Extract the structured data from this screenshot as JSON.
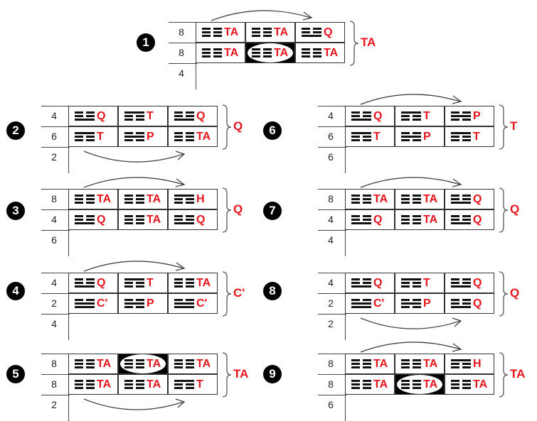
{
  "glyph_patterns": {
    "TA": "000",
    "Q": "001",
    "T": "100",
    "P": "010",
    "H": "100",
    "C'": "011"
  },
  "panels": [
    {
      "number": "1",
      "rows": [
        {
          "value": "8",
          "cells": [
            "TA",
            "TA",
            "Q"
          ]
        },
        {
          "value": "8",
          "cells": [
            "TA",
            "TA",
            "TA"
          ]
        }
      ],
      "third_value": "4",
      "result": "TA",
      "arrow": "top",
      "highlight": [
        1,
        1
      ]
    },
    {
      "number": "2",
      "rows": [
        {
          "value": "4",
          "cells": [
            "Q",
            "T",
            "Q"
          ]
        },
        {
          "value": "6",
          "cells": [
            "T",
            "P",
            "TA"
          ]
        }
      ],
      "third_value": "2",
      "result": "Q",
      "arrow": "bottom",
      "highlight": null
    },
    {
      "number": "3",
      "rows": [
        {
          "value": "8",
          "cells": [
            "TA",
            "TA",
            "H"
          ]
        },
        {
          "value": "4",
          "cells": [
            "Q",
            "TA",
            "Q"
          ]
        }
      ],
      "third_value": "6",
      "result": "Q",
      "arrow": "top",
      "highlight": null
    },
    {
      "number": "4",
      "rows": [
        {
          "value": "4",
          "cells": [
            "Q",
            "T",
            "TA"
          ]
        },
        {
          "value": "2",
          "cells": [
            "C'",
            "P",
            "C'"
          ]
        }
      ],
      "third_value": "4",
      "result": "C'",
      "arrow": "top",
      "highlight": null
    },
    {
      "number": "5",
      "rows": [
        {
          "value": "8",
          "cells": [
            "TA",
            "TA",
            "TA"
          ]
        },
        {
          "value": "8",
          "cells": [
            "TA",
            "TA",
            "T"
          ]
        }
      ],
      "third_value": "2",
      "result": "TA",
      "arrow": "bottom",
      "highlight": [
        0,
        1
      ]
    },
    {
      "number": "6",
      "rows": [
        {
          "value": "4",
          "cells": [
            "Q",
            "T",
            "P"
          ]
        },
        {
          "value": "6",
          "cells": [
            "T",
            "P",
            "T"
          ]
        }
      ],
      "third_value": "6",
      "result": "T",
      "arrow": "top",
      "highlight": null
    },
    {
      "number": "7",
      "rows": [
        {
          "value": "8",
          "cells": [
            "TA",
            "TA",
            "Q"
          ]
        },
        {
          "value": "4",
          "cells": [
            "Q",
            "TA",
            "Q"
          ]
        }
      ],
      "third_value": "4",
      "result": "Q",
      "arrow": "top",
      "highlight": null
    },
    {
      "number": "8",
      "rows": [
        {
          "value": "4",
          "cells": [
            "Q",
            "T",
            "Q"
          ]
        },
        {
          "value": "2",
          "cells": [
            "C'",
            "P",
            "Q"
          ]
        }
      ],
      "third_value": "2",
      "result": "Q",
      "arrow": "bottom",
      "highlight": null
    },
    {
      "number": "9",
      "rows": [
        {
          "value": "8",
          "cells": [
            "TA",
            "TA",
            "H"
          ]
        },
        {
          "value": "8",
          "cells": [
            "TA",
            "TA",
            "TA"
          ]
        }
      ],
      "third_value": "6",
      "result": "TA",
      "arrow": "top",
      "highlight": [
        1,
        1
      ]
    }
  ]
}
